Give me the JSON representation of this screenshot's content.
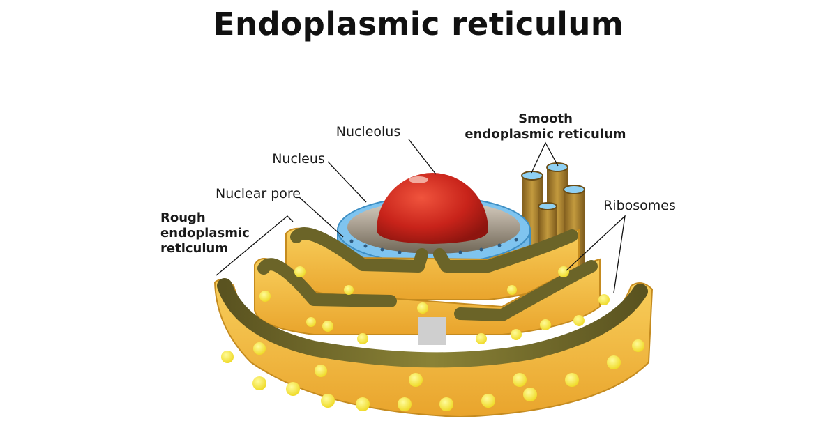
{
  "title": "Endoplasmic reticulum",
  "labels": {
    "nucleolus": "Nucleolus",
    "nucleus": "Nucleus",
    "nuclear_pore": "Nuclear pore",
    "smooth_er": [
      "Smooth",
      "endoplasmic reticulum"
    ],
    "ribosomes": "Ribosomes",
    "rough_er": [
      "Rough",
      "endoplasmic",
      "reticulum"
    ]
  },
  "colors": {
    "membrane": "#f2b63a",
    "ribosome": "#f6e73a",
    "lumen": "#6b6428",
    "nucleolus": "#d0271b",
    "nuclear_envelope": "#7fc4ef",
    "smooth_er_tube": "#a57d2b"
  }
}
